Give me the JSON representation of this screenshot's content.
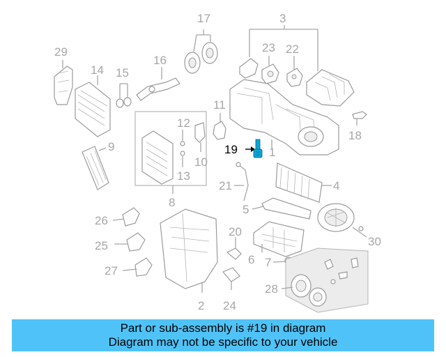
{
  "diagram": {
    "highlight_color": "#0aa5d8",
    "part_numbers": {
      "p2": "2",
      "p3": "3",
      "p4": "4",
      "p5": "5",
      "p6": "6",
      "p7": "7",
      "p8": "8",
      "p9": "9",
      "p10": "10",
      "p11": "11",
      "p12": "12",
      "p13": "13",
      "p14": "14",
      "p15": "15",
      "p16": "16",
      "p17": "17",
      "p18": "18",
      "p19": "19",
      "p20": "20",
      "p21": "21",
      "p22": "22",
      "p23": "23",
      "p24": "24",
      "p25": "25",
      "p26": "26",
      "p27": "27",
      "p28": "28",
      "p29": "29",
      "p30": "30",
      "p1": "1"
    }
  },
  "banner": {
    "line1": "Part or sub-assembly is #19 in diagram",
    "line2": "Diagram may not be specific to your vehicle",
    "background": "#4fc3f7"
  }
}
